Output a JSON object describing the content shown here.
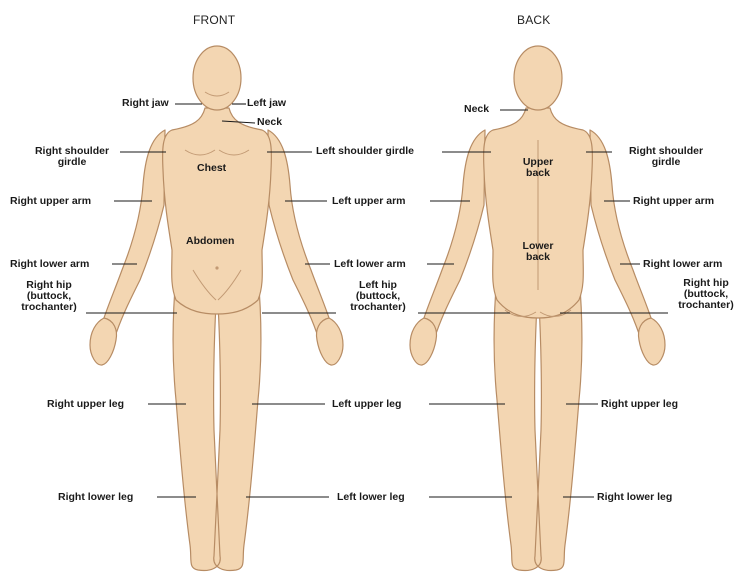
{
  "titles": {
    "front": "FRONT",
    "back": "BACK"
  },
  "front": {
    "right_jaw": "Right jaw",
    "left_jaw": "Left jaw",
    "neck": "Neck",
    "right_shoulder_girdle": [
      "Right shoulder",
      "girdle"
    ],
    "chest": "Chest",
    "right_upper_arm": "Right upper arm",
    "abdomen": "Abdomen",
    "right_lower_arm": "Right lower arm",
    "right_hip": [
      "Right hip",
      "(buttock,",
      "trochanter)"
    ],
    "right_upper_leg": "Right upper leg",
    "right_lower_leg": "Right lower leg"
  },
  "middle": {
    "left_shoulder_girdle": "Left shoulder girdle",
    "left_upper_arm": "Left upper arm",
    "left_lower_arm": "Left lower arm",
    "left_hip": [
      "Left hip",
      "(buttock,",
      "trochanter)"
    ],
    "left_upper_leg": "Left upper leg",
    "left_lower_leg": "Left lower leg"
  },
  "back": {
    "neck": "Neck",
    "upper_back": [
      "Upper",
      "back"
    ],
    "lower_back": [
      "Lower",
      "back"
    ],
    "right_shoulder_girdle": [
      "Right shoulder",
      "girdle"
    ],
    "right_upper_arm": "Right upper arm",
    "right_lower_arm": "Right lower arm",
    "right_hip": [
      "Right hip",
      "(buttock,",
      "trochanter)"
    ],
    "right_upper_leg": "Right upper leg",
    "right_lower_leg": "Right lower leg"
  },
  "colors": {
    "skin": "#f3d6b2",
    "outline": "#b78c64",
    "ink": "#1a1a1a"
  }
}
